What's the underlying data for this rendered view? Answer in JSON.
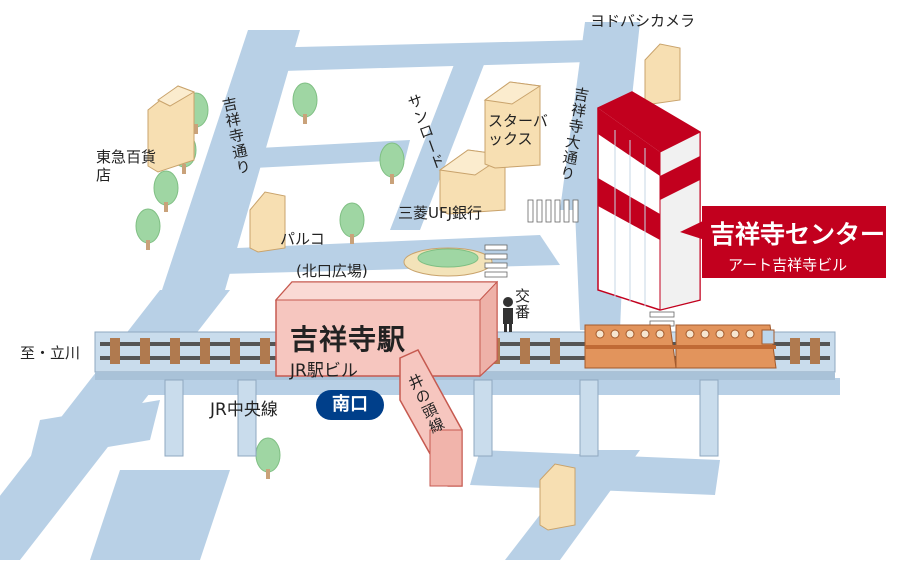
{
  "labels": {
    "yodobashi": "ヨドバシカメラ",
    "tokyu": "東急百貨店",
    "kichijoji_dori": "吉祥寺通り",
    "sunroad": "サンロード",
    "starbucks": "スターバックス",
    "daidori": "吉祥寺大通り",
    "mufg": "三菱UFJ銀行",
    "parco": "パルコ",
    "north_plaza": "(北口広場)",
    "koban": "交番",
    "station": "吉祥寺駅",
    "jr_building": "JR駅ビル",
    "to_tachikawa": "至・立川",
    "south_exit": "南口",
    "chuo_line": "JR中央線",
    "inokashira_line": "井の頭線",
    "center_title": "吉祥寺センター",
    "center_sub": "アート吉祥寺ビル"
  },
  "colors": {
    "road": "#b8d0e6",
    "road_light": "#dce9f5",
    "station_fill": "#f6c6bf",
    "station_stroke": "#c65a50",
    "center_red": "#c2001e",
    "badge_blue": "#003f8a",
    "train": "#e2945c",
    "building_yellow": "#f7dfb2",
    "tree": "#9fd6a3"
  },
  "icons": [
    "train-icon",
    "police-officer-icon",
    "tree-icon",
    "building-icon",
    "crosswalk-icon"
  ]
}
